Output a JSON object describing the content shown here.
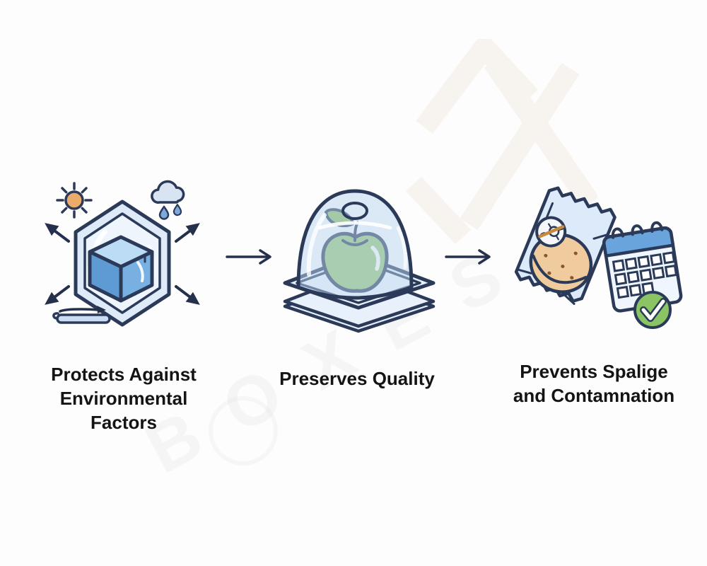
{
  "watermark": {
    "text": "BOXES",
    "logo": "recycle-fold-watermark"
  },
  "colors": {
    "background": "#fdfdfd",
    "outline_navy": "#2b3a58",
    "arrow_navy": "#25304d",
    "shield_fill": "#dfeaf9",
    "shield_inner": "#eef5fd",
    "box_blue": "#5e9bd4",
    "box_blue_light": "#bcdbf4",
    "sun_orange": "#ecaa6b",
    "droplet_blue": "#7fa9dc",
    "dome_blue": "#c7dcf2",
    "apple_green": "#97c471",
    "package_blue": "#ddeafa",
    "cookie_tan": "#f0cb9e",
    "calendar_blue": "#69a4dc",
    "check_green": "#8bc464",
    "slash_brown": "#c6893f",
    "text_black": "#141414"
  },
  "steps": [
    {
      "icon": "shielded-box-icon",
      "label_lines": [
        "Protects Against",
        "Environmental",
        "Factors"
      ]
    },
    {
      "icon": "apple-dome-icon",
      "label_lines": [
        "Preserves Quality"
      ]
    },
    {
      "icon": "sealed-pack-calendar-icon",
      "label_lines": [
        "Prevents Spalige",
        "and Contamnation"
      ]
    }
  ],
  "connectors": [
    {
      "name": "flow-arrow-1"
    },
    {
      "name": "flow-arrow-2"
    }
  ]
}
